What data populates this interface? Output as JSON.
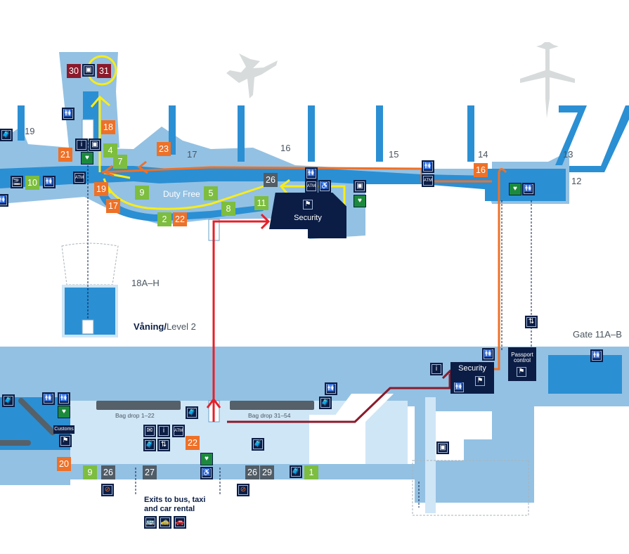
{
  "map": {
    "level_label_sv": "Våning/",
    "level_label_en": "Level 2",
    "gate_area_18": "18A–H",
    "gate_11": "Gate 11A–B",
    "gates": [
      "19",
      "17",
      "16",
      "15",
      "14",
      "13",
      "12"
    ],
    "duty_free": "Duty Free",
    "security_upper": "Security",
    "security_lower": "Security",
    "passport_control_line1": "Passport",
    "passport_control_line2": "control",
    "customs": "Customs",
    "bag_drop_left": "Bag drop 1–22",
    "bag_drop_right": "Bag drop 31–54",
    "exits_line1": "Exits to bus, taxi",
    "exits_line2": "and car rental"
  },
  "markers": {
    "maroon": [
      "30",
      "31"
    ],
    "upper_orange": [
      "18",
      "21",
      "23",
      "19",
      "17",
      "22",
      "16"
    ],
    "upper_green": [
      "4",
      "7",
      "10",
      "9",
      "5",
      "8",
      "11",
      "2"
    ],
    "upper_gray": [
      "26"
    ],
    "lower_orange": [
      "22",
      "20"
    ],
    "lower_green": [
      "9",
      "1"
    ],
    "lower_gray": [
      "26",
      "27",
      "26",
      "29"
    ]
  },
  "icons": {
    "toilet": "🚻",
    "info": "i",
    "defibrillator": "♥",
    "atm": "ATM",
    "smoking": "🚬",
    "no_smoking": "⊘",
    "elevator": "⇅",
    "mail": "✉",
    "bus": "🚌",
    "taxi": "🚕",
    "car_rental": "🚗",
    "wheelchair": "♿",
    "lounge": "▣",
    "luggage": "🧳",
    "security_check": "⚑"
  },
  "routes": {
    "yellow": "#f7ec1b",
    "orange": "#ee7128",
    "red": "#e4212a",
    "maroon": "#8b1a2b"
  },
  "colors": {
    "floor_light": "#93c1e3",
    "floor_pale": "#cfe6f6",
    "corridor": "#2b8fd3",
    "navy": "#0b1d45",
    "plane": "#d7dbdc"
  }
}
